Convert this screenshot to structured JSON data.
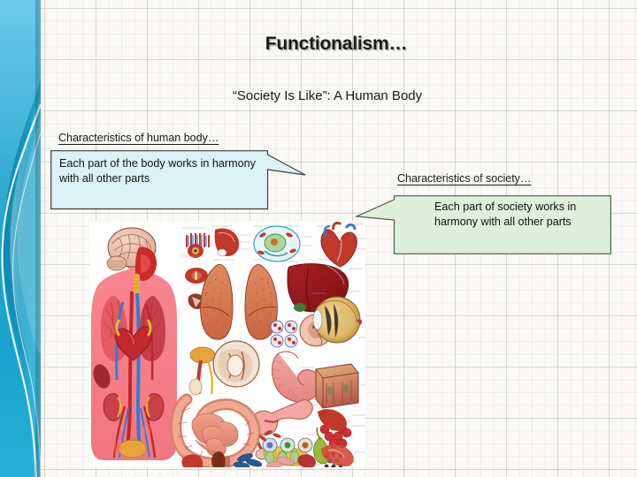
{
  "slide": {
    "title": "Functionalism…",
    "subtitle": "“Society Is Like”: A Human Body"
  },
  "labels": {
    "body": "Characteristics of human body…",
    "society": "Characteristics of society…"
  },
  "callouts": {
    "body": {
      "text": "Each part of the body works in harmony with all other parts",
      "fill": "#dcf2f7",
      "stroke": "#3f3f3f",
      "tail": "right"
    },
    "society": {
      "text": "Each part of society works in harmony with all other parts",
      "fill": "#ddf0da",
      "stroke": "#4a5a49",
      "tail": "left"
    }
  },
  "image": {
    "alt": "human-anatomy-chart",
    "caption": "Human body anatomy chart with organs"
  },
  "theme": {
    "background": "#faf9f6",
    "sidebar_light": "#63c4e4",
    "sidebar_mid": "#1c9fc6",
    "sidebar_deep": "#0f7fa8",
    "title_color": "#1a1a1a"
  }
}
